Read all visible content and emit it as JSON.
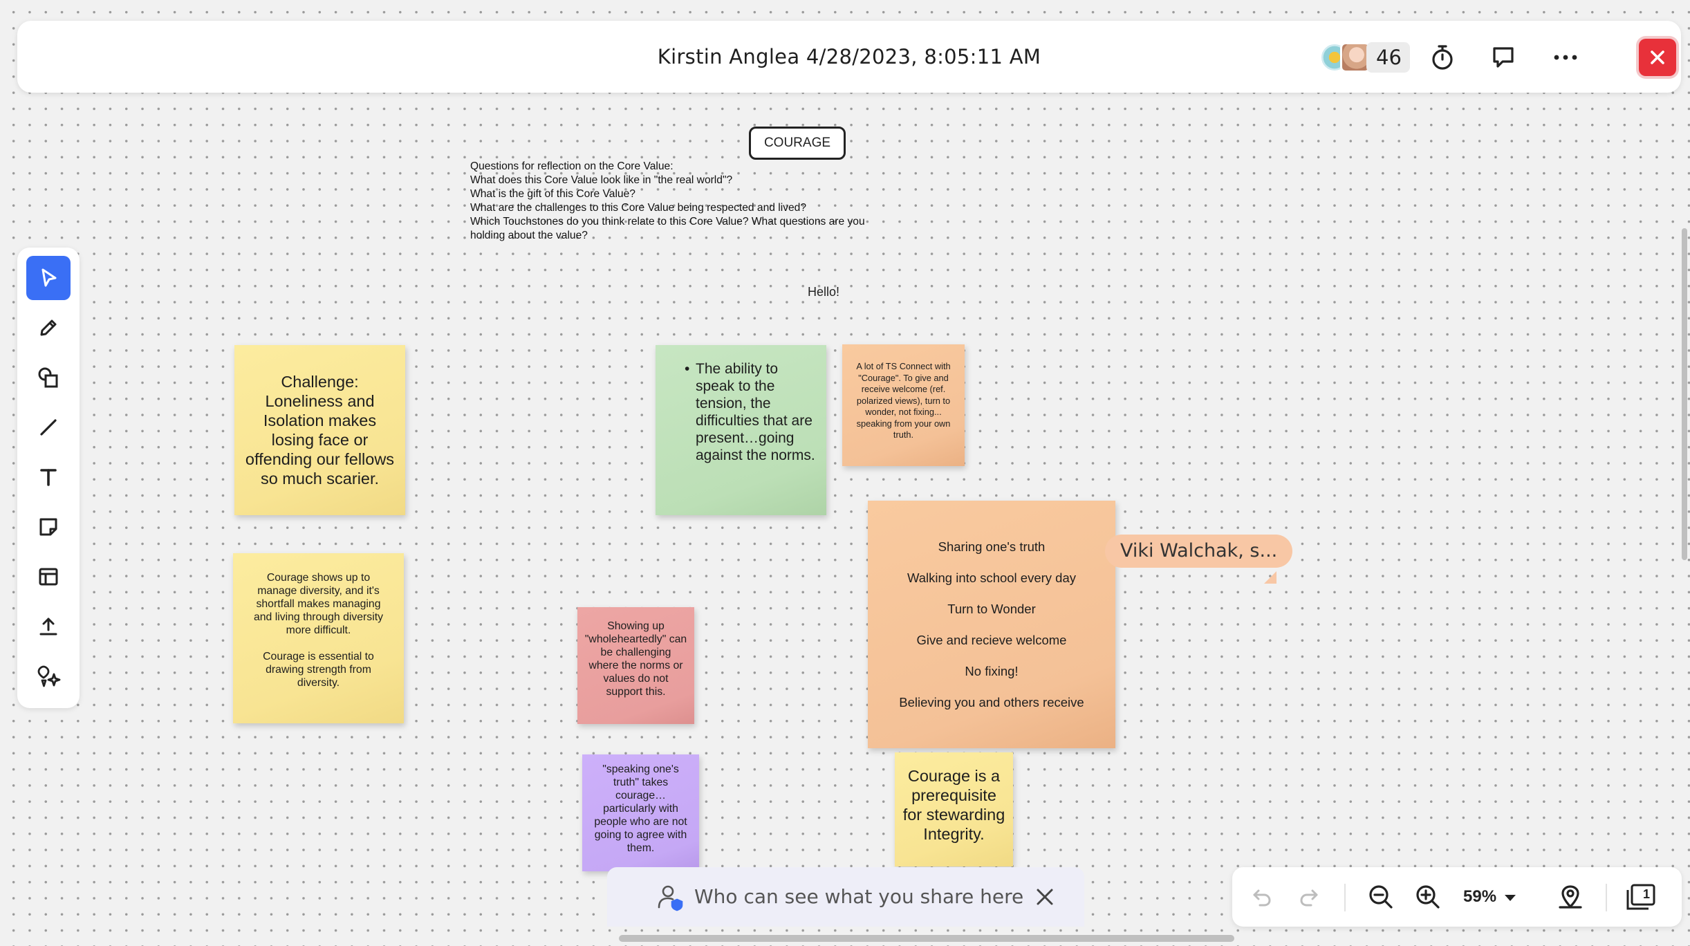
{
  "header": {
    "title": "Kirstin Anglea 4/28/2023, 8:05:11 AM",
    "participant_count": "46"
  },
  "canvas": {
    "frame_label": "COURAGE",
    "questions": [
      "Questions for reflection on the Core Value:",
      "What does this Core Value look like in \"the real world\"?",
      "What is the gift of this Core Value?",
      "What are the challenges to this Core Value being respected and lived?",
      "Which Touchstones do you think relate to this Core Value? What questions are you",
      "holding about the value?"
    ],
    "hello_text": "Hello!",
    "notes": {
      "challenge": "Challenge: Loneliness and Isolation makes losing face or offending our fellows so much scarier.",
      "ability": "The ability to speak to the tension, the difficulties that are present…going against the norms.",
      "ts_connect": "A lot of TS Connect with \"Courage\". To give and receive welcome (ref. polarized views), turn to wonder, not fixing... speaking from your own truth.",
      "diversity": "Courage shows up to manage diversity, and it's shortfall makes managing and living through diversity more difficult.\n\nCourage is essential to drawing strength from diversity.",
      "wholehearted": "Showing up \"wholeheartedly\" can be challenging where the norms or values do not support this.",
      "sharing_lines": [
        "Sharing one's truth",
        "Walking into school every day",
        "Turn to Wonder",
        "Give and recieve welcome",
        "No fixing!",
        "Believing you and others receive"
      ],
      "speaking_truth": "\"speaking one's truth\" takes courage… particularly with people who are not going to agree with them.",
      "prerequisite": "Courage is a prerequisite for stewarding Integrity."
    },
    "cursor_label": "Viki Walchak, s..."
  },
  "share_banner": {
    "text": "Who can see what you share here"
  },
  "controls": {
    "zoom": "59%",
    "page_badge": "1"
  },
  "colors": {
    "accent": "#3a6ff5",
    "close": "#e8313a",
    "note_yellow": "#fae89a",
    "note_green": "#bfe0b8",
    "note_orange": "#f4c197",
    "note_pink": "#e89e9d",
    "note_purple": "#c5a8f5"
  }
}
